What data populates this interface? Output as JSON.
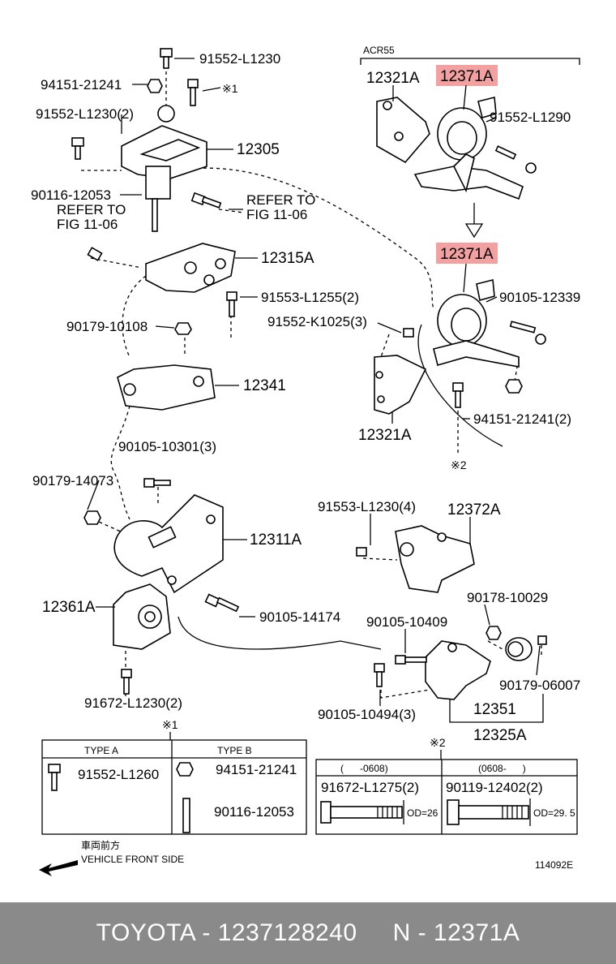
{
  "model": "ACR55",
  "diagram_code": "114092E",
  "labels": {
    "p91552_L1230": "91552-L1230",
    "p94151_21241": "94151-21241",
    "note1": "※1",
    "p91552_L1230_2": "91552-L1230(2)",
    "p12305": "12305",
    "p90116_12053": "90116-12053",
    "refer1a": "REFER TO",
    "refer1b": "FIG 11-06",
    "refer2a": "REFER TO",
    "refer2b": "FIG 11-06",
    "p12315A": "12315A",
    "p91553_L1255": "91553-L1255(2)",
    "p90179_10108": "90179-10108",
    "p12341": "12341",
    "p90105_10301": "90105-10301(3)",
    "p90179_14073": "90179-14073",
    "p12311A": "12311A",
    "p12361A": "12361A",
    "p90105_14174": "90105-14174",
    "p91672_L1230": "91672-L1230(2)",
    "p12321A_top": "12321A",
    "p12371A_top": "12371A",
    "p91552_L1290": "91552-L1290",
    "p12371A_mid": "12371A",
    "p90105_12339": "90105-12339",
    "p91552_K1025": "91552-K1025(3)",
    "p94151_21241_2": "94151-21241(2)",
    "p12321A_mid": "12321A",
    "note2": "※2",
    "p91553_L1230": "91553-L1230(4)",
    "p12372A": "12372A",
    "p90178_10029": "90178-10029",
    "p90105_10409": "90105-10409",
    "p90179_06007": "90179-06007",
    "p12351": "12351",
    "p90105_10494": "90105-10494(3)",
    "p12325A": "12325A"
  },
  "table1": {
    "note": "※1",
    "type_a": "TYPE A",
    "type_b": "TYPE B",
    "a_part": "91552-L1260",
    "b_part1": "94151-21241",
    "b_part2": "90116-12053"
  },
  "table2": {
    "note": "※2",
    "col1_head": "(      -0608)",
    "col2_head": "(0608-      )",
    "col1_part": "91672-L1275(2)",
    "col2_part": "90119-12402(2)",
    "col1_od": "OD=26",
    "col2_od": "OD=29. 5"
  },
  "front": {
    "jp": "車両前方",
    "en": "VEHICLE FRONT SIDE"
  },
  "footer": {
    "brand_part": "TOYOTA - 1237128240",
    "number": "N - 12371A"
  },
  "colors": {
    "highlight": "#f2a0a0",
    "footer_bg": "#8a8a8a"
  }
}
